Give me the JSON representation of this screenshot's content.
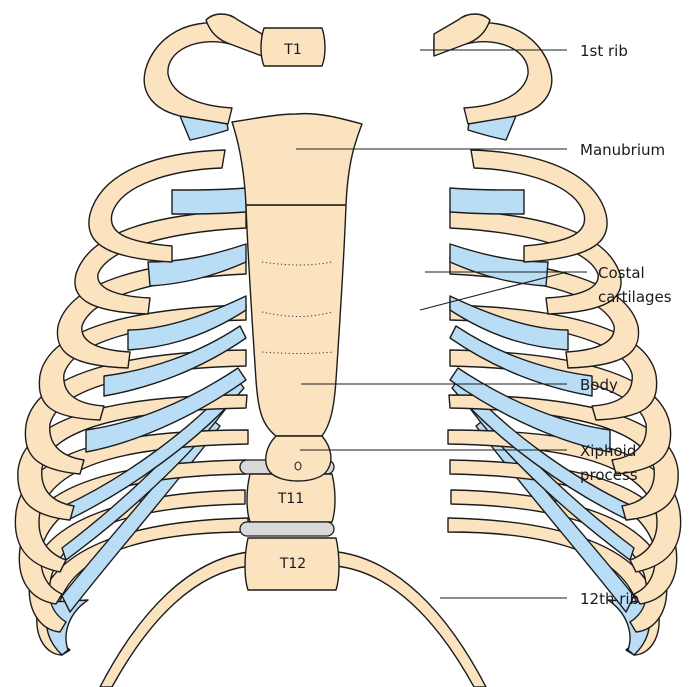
{
  "vertebrae": {
    "t1": "T1",
    "t11": "T11",
    "t12": "T12"
  },
  "labels": {
    "first_rib": "1st rib",
    "manubrium": "Manubrium",
    "costal_line1": "Costal",
    "costal_line2": "cartilages",
    "body": "Body",
    "xiphoid_line1": "Xiphoid",
    "xiphoid_line2": "process",
    "twelfth_rib": "12th rib"
  },
  "colors": {
    "bone": "#fbe3c0",
    "cartilage": "#b8ddf5",
    "disc": "#d9d9d9",
    "outline": "#1c1c1c"
  }
}
